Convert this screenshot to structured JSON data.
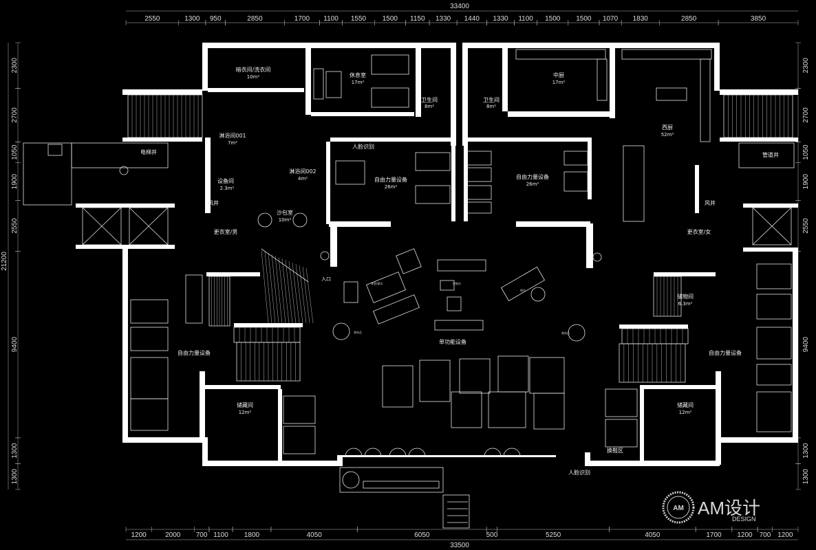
{
  "dimensions": {
    "top_total": "33400",
    "top": [
      "2550",
      "1300",
      "950",
      "2850",
      "1700",
      "1100",
      "1550",
      "1500",
      "1150",
      "1330",
      "1440",
      "1330",
      "1100",
      "1500",
      "1500",
      "1070",
      "1830",
      "2850",
      "3850"
    ],
    "bottom_total": "33500",
    "bottom": [
      "1200",
      "2000",
      "700",
      "1100",
      "1800",
      "4050",
      "6050",
      "500",
      "5250",
      "4050",
      "1700",
      "1200",
      "700",
      "1200"
    ],
    "left_total": "21200",
    "left": [
      "2300",
      "2700",
      "1050",
      "1900",
      "2550",
      "9400",
      "1300",
      "1300"
    ],
    "right": [
      "2300",
      "2700",
      "1050",
      "1900",
      "2550",
      "9400",
      "1300",
      "1300"
    ]
  },
  "rooms": {
    "cloakroom": "暗衣间/洗衣间",
    "cloakroom_area": "10m²",
    "rest_room": "休息室",
    "rest_room_area": "17m²",
    "wc_left": "卫生间",
    "wc_left_area": "8m²",
    "wc_right": "卫生间",
    "wc_right_area": "8m²",
    "chinese_kitchen": "中厨",
    "chinese_kitchen_area": "17m²",
    "western_kitchen": "西厨",
    "western_kitchen_area": "52m²",
    "elevator_shaft": "电梯井",
    "pipe_shaft": "管道井",
    "shower1": "淋浴间001",
    "shower1_area": "7m²",
    "shower2": "淋浴间002",
    "shower2_area": "4m²",
    "equipment": "设备间",
    "equipment_area": "2.3m²",
    "face_id_top": "人脸识别",
    "free_weights_left_top": "自由力量设备",
    "free_weights_left_top_area": "26m²",
    "free_weights_right_top": "自由力量设备",
    "free_weights_right_top_area": "26m²",
    "sand_bag": "沙包室",
    "sand_bag_area": "10m²",
    "vent_left": "风井",
    "vent_right": "风井",
    "changing_men": "更衣室/男",
    "changing_women": "更衣室/女",
    "entrance": "入口",
    "lounge": "休息/聊天",
    "control": "控制台",
    "reception": "吧台",
    "decor_left": "装饰品",
    "decor_right": "装饰品",
    "single_function": "单功能设备",
    "storage_right": "储物间",
    "storage_right_area": "6.3m²",
    "free_weights_left": "自由力量设备",
    "free_weights_right": "自由力量设备",
    "storage_left_bottom": "储藏间",
    "storage_left_bottom_area": "12m²",
    "storage_right_bottom": "储藏间",
    "storage_right_bottom_area": "12m²",
    "shoe_change": "换鞋区",
    "face_id_bottom": "人脸识别"
  },
  "logo": {
    "mark": "AM",
    "title": "AM设计",
    "subtitle": "DESIGN"
  }
}
